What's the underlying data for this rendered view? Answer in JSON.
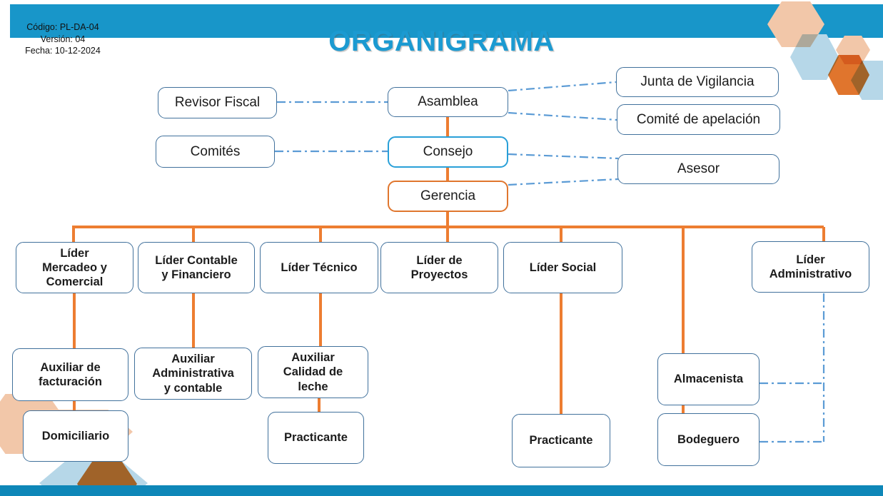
{
  "doc_info": {
    "code": "Código: PL-DA-04",
    "version": "Versión: 04",
    "date": "Fecha: 10-12-2024"
  },
  "title": "ORGANIGRAMA",
  "nodes": {
    "revisor_fiscal": {
      "label": "Revisor Fiscal"
    },
    "asamblea": {
      "label": "Asamblea"
    },
    "junta_vigilancia": {
      "label": "Junta de Vigilancia"
    },
    "comite_apelacion": {
      "label": "Comité de apelación"
    },
    "comites": {
      "label": "Comités"
    },
    "consejo": {
      "label": "Consejo"
    },
    "asesor": {
      "label": "Asesor"
    },
    "gerencia": {
      "label": "Gerencia"
    },
    "lider_mercadeo": {
      "label": "Líder\nMercadeo y\nComercial"
    },
    "lider_contable": {
      "label": "Líder Contable\ny Financiero"
    },
    "lider_tecnico": {
      "label": "Líder Técnico"
    },
    "lider_proyectos": {
      "label": "Líder de\nProyectos"
    },
    "lider_social": {
      "label": "Líder Social"
    },
    "lider_administrativo": {
      "label": "Líder\nAdministrativo"
    },
    "aux_facturacion": {
      "label": "Auxiliar de\nfacturación"
    },
    "aux_administrativa": {
      "label": "Auxiliar\nAdministrativa\ny contable"
    },
    "aux_calidad_leche": {
      "label": "Auxiliar\nCalidad de\nleche"
    },
    "almacenista": {
      "label": "Almacenista"
    },
    "domiciliario": {
      "label": "Domiciliario"
    },
    "practicante_tecnico": {
      "label": "Practicante"
    },
    "practicante_social": {
      "label": "Practicante"
    },
    "bodeguero": {
      "label": "Bodeguero"
    }
  },
  "edges": {
    "solid_hierarchy": [
      [
        "asamblea",
        "consejo"
      ],
      [
        "consejo",
        "gerencia"
      ],
      [
        "gerencia",
        "lider_mercadeo"
      ],
      [
        "gerencia",
        "lider_contable"
      ],
      [
        "gerencia",
        "lider_tecnico"
      ],
      [
        "gerencia",
        "lider_proyectos"
      ],
      [
        "gerencia",
        "lider_social"
      ],
      [
        "gerencia",
        "lider_administrativo"
      ],
      [
        "gerencia",
        "almacenista"
      ],
      [
        "lider_mercadeo",
        "aux_facturacion"
      ],
      [
        "aux_facturacion",
        "domiciliario"
      ],
      [
        "lider_contable",
        "aux_administrativa"
      ],
      [
        "lider_tecnico",
        "aux_calidad_leche"
      ],
      [
        "aux_calidad_leche",
        "practicante_tecnico"
      ],
      [
        "lider_social",
        "practicante_social"
      ],
      [
        "almacenista",
        "bodeguero"
      ]
    ],
    "dashed_advisory": [
      [
        "revisor_fiscal",
        "asamblea"
      ],
      [
        "asamblea",
        "junta_vigilancia"
      ],
      [
        "asamblea",
        "comite_apelacion"
      ],
      [
        "comites",
        "consejo"
      ],
      [
        "consejo",
        "asesor"
      ],
      [
        "gerencia",
        "asesor"
      ],
      [
        "lider_administrativo",
        "almacenista"
      ],
      [
        "lider_administrativo",
        "bodeguero"
      ]
    ]
  },
  "colors": {
    "top_bar": "#1896c9",
    "bottom_bar": "#0e87b8",
    "title_blue": "#1b9ad1",
    "box_border_blue": "#41719c",
    "consejo_border": "#29a0d8",
    "gerencia_border": "#e0762e",
    "solid_line_orange": "#ed7d31",
    "dashed_line_blue": "#5b9bd5",
    "hex_peach": "#f2c7a9",
    "hex_light_blue": "#b6d7e8",
    "hex_orange": "#e0752d"
  }
}
